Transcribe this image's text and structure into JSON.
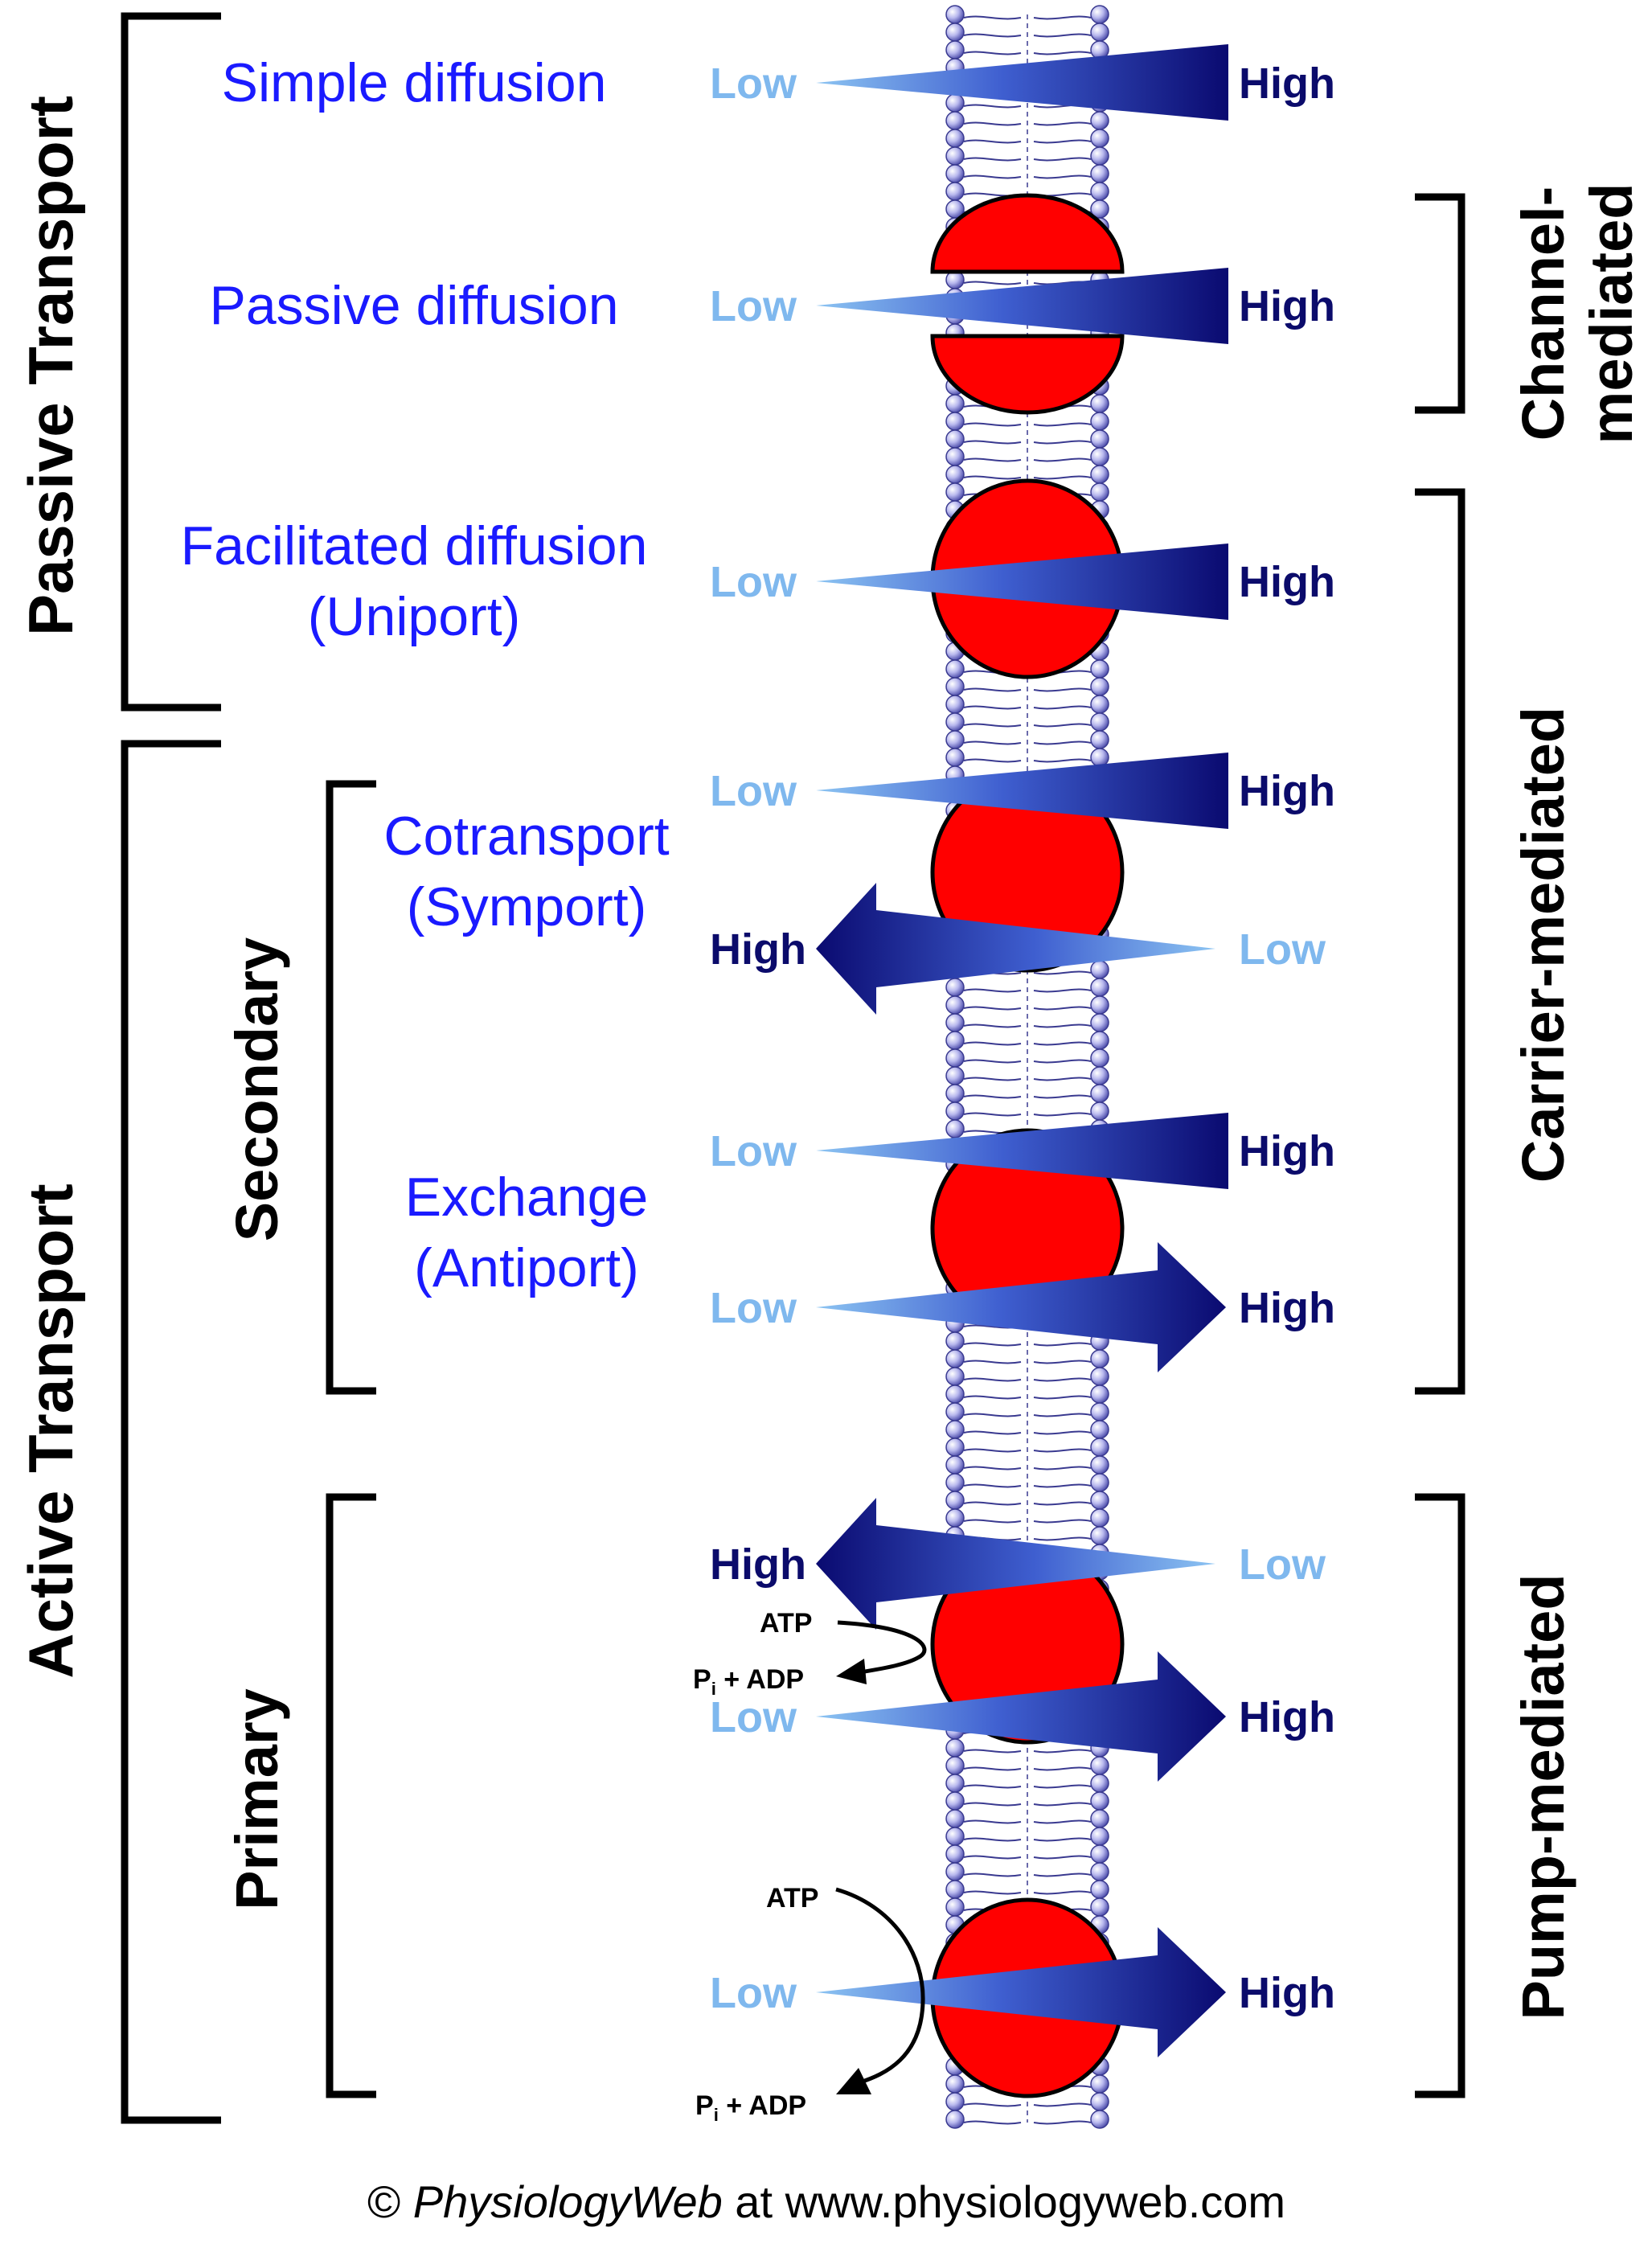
{
  "colors": {
    "label_blue": "#1a1aff",
    "high_text": "#0b0b6b",
    "low_text": "#7fb8ee",
    "arrow_dark": "#0a0a70",
    "arrow_light": "#8cc4f2",
    "protein_red": "#ff0000",
    "bead_blue": "#8c8cd8"
  },
  "left_groups": {
    "passive": "Passive Transport",
    "active": "Active Transport",
    "secondary": "Secondary",
    "primary": "Primary"
  },
  "right_groups": {
    "channel_line1": "Channel-",
    "channel_line2": "mediated",
    "carrier": "Carrier-mediated",
    "pump": "Pump-mediated"
  },
  "mechanisms": {
    "simple": "Simple diffusion",
    "passive": "Passive diffusion",
    "facilitated_line1": "Facilitated diffusion",
    "facilitated_line2": "(Uniport)",
    "cotransport_line1": "Cotransport",
    "cotransport_line2": "(Symport)",
    "exchange_line1": "Exchange",
    "exchange_line2": "(Antiport)"
  },
  "gradient_labels": {
    "high": "High",
    "low": "Low"
  },
  "energy_labels": {
    "atp": "ATP",
    "pi": "P",
    "pi_sub": "i",
    "adp": " + ADP"
  },
  "footer": {
    "copyright": "©",
    "brand": "PhysiologyWeb",
    "at": "at",
    "url": "www.physiologyweb.com"
  }
}
